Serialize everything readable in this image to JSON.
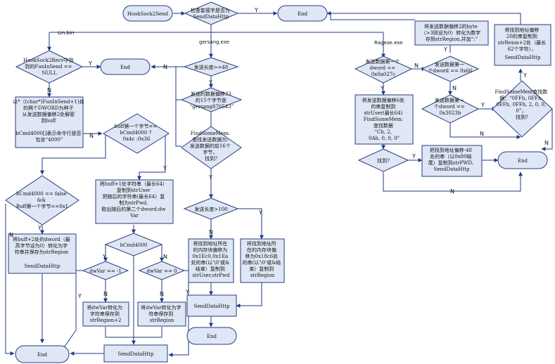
{
  "nodes": {
    "hooksock2send": "HookSock2Send",
    "check_sock": [
      "检查套接字是否为",
      "SendDataHttp"
    ],
    "end_top": "End",
    "lin_bin": "Lin.bin",
    "gersang_exe": "gersang.exe",
    "ragexe_exe": "Ragexe.exe",
    "recv_check": [
      "HookSock2Recv中找",
      "到的FunInSend ==",
      "NULL"
    ],
    "end_left": "End",
    "seed_box": [
      "以*（(char*)FunInSend+1)处",
      "的两个DWORD为种子",
      "从发送数据偏移2处解密",
      "到buff",
      "",
      "bCmd4000[]表示命令行是否",
      "包含“4000”"
    ],
    "buff_cmd": [
      "buff第一个字节==",
      "bCmd4000 ?",
      "0x4c :0x36"
    ],
    "bcmd_false": [
      "bCmd4000 == false",
      "&&",
      "Buff第一个字节==0x1"
    ],
    "dword_high": [
      "将buff+2处的dword（最",
      "高字节设为0）转化为字",
      "符串并保存为strRegion",
      "",
      "SendDataHttp"
    ],
    "copy_user": [
      "将buff+1处字符串（最长64）",
      "复制到strUser",
      "把随后的字符串(最长64）复",
      "制为strPwd,",
      "取出随后的第二个dword:dw",
      "Var"
    ],
    "bcmd4000": "bCmd4000",
    "dwvar_m1": "dwVar == -1",
    "dwvar_0": "dwVar == 0",
    "dwvar_conv_plus2": [
      "将dwVar转化为",
      "字符串保存到",
      "strRegion+2"
    ],
    "dwvar_conv": [
      "将dwVar转化为字",
      "符串保存到",
      "strRegion"
    ],
    "end_bottom_left": "End",
    "senddata_bottom": "SendDataHttp",
    "send_len_48": "发送长度>=48",
    "send_data_offset": [
      "发送的数据偏移33",
      "的15个字节是",
      "“gersang876543”"
    ],
    "find_some_mem": [
      "FindSomeMem:",
      "查找发送数据为:",
      "发送数据的前16个",
      "字节，",
      "找到?"
    ],
    "send_len_100": "发送长度>100",
    "copy_userpwd": [
      "将找到地址所在",
      "的内存块偏移为",
      "0x1Ec0,0x1Ea",
      "处的串(以'\\0'或&",
      "结束）复制到",
      "strUser,strPwd"
    ],
    "copy_region": [
      "将找到地址所",
      "在的内存块偏",
      "移为0x18c6处",
      "的串(以'\\0'或&结",
      "束）复制到",
      "strRegion"
    ],
    "senddata_mid": "SendDataHttp",
    "end_mid": "End",
    "ragexe_dword": [
      "发送数据第一个",
      "dword ==",
      "0x0a027c"
    ],
    "ragexe_offset6": [
      "将发送数据偏移6处",
      "的串复制到",
      "strUser(最长64)",
      "FindSomeMem:",
      "查找数据",
      "\"Ch, 2,",
      "0Ah, 0, 0, 0\""
    ],
    "found_q": "找到?",
    "dword_66": [
      "发送数据第一",
      "个dword == 0x66"
    ],
    "dword_3023b": [
      "发送数据第一",
      "个dword ==",
      "0x3023b"
    ],
    "offset2_byte": [
      "将发送数据偏移2的byte",
      "（>3则设为0）转化为数字",
      "存到strRegion,并加“:”"
    ],
    "findsomemem_box": [
      "FindSomeMem查找数",
      "据：“0FFh, 0FFh,",
      "0FFh, 0FFh, 2, 0, 0,",
      "0”，",
      "找到?"
    ],
    "found_addr_copy": [
      "将找到地址偏移",
      "20的串复制到",
      "strReion+2处（最长",
      "62个字符），",
      "SendDataHttp"
    ],
    "find_addr_m48": [
      "把找到地址偏移-48",
      "处的串（以0x80结",
      "尾）复制到strPWD,",
      "SendDataHttp"
    ],
    "end_right": "End"
  },
  "yes": "Y",
  "no": "N"
}
